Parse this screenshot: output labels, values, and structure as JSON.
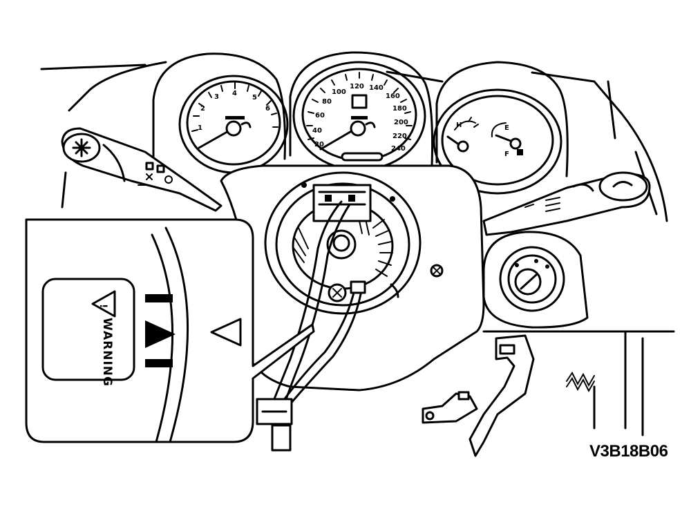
{
  "figure": {
    "reference_code": "V3B18B06",
    "warning_label": "WARNING",
    "tach_scale": [
      "1",
      "2",
      "3",
      "4",
      "5",
      "6"
    ],
    "speedo_scale": [
      "20",
      "40",
      "60",
      "80",
      "100",
      "120",
      "140",
      "160",
      "180",
      "200",
      "220",
      "240"
    ],
    "temp_scale": [
      "H"
    ],
    "fuel_scale": [
      "E",
      "F"
    ]
  },
  "colors": {
    "ink": "#000000",
    "paper": "#ffffff"
  }
}
